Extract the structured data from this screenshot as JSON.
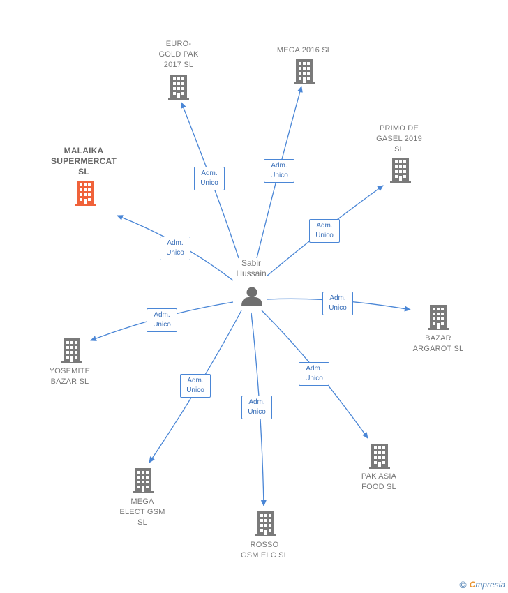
{
  "center": {
    "name": "Sabir\nHussain"
  },
  "edge_label": "Adm.\nUnico",
  "colors": {
    "edge": "#4a86d6",
    "node": "#7a7a7a",
    "highlight": "#f0623a",
    "person": "#6f6f6f"
  },
  "nodes": [
    {
      "id": "euro-gold-pak-2017-sl",
      "label": "EURO-\nGOLD PAK\n2017  SL",
      "highlight": false
    },
    {
      "id": "mega-2016-sl",
      "label": "MEGA 2016  SL",
      "highlight": false
    },
    {
      "id": "primo-de-gasel-2019-sl",
      "label": "PRIMO DE\nGASEL 2019\nSL",
      "highlight": false
    },
    {
      "id": "malaika-supermercat-sl",
      "label": "MALAIKA\nSUPERMERCAT\nSL",
      "highlight": true
    },
    {
      "id": "bazar-argarot-sl",
      "label": "BAZAR\nARGAROT  SL",
      "highlight": false
    },
    {
      "id": "yosemite-bazar-sl",
      "label": "YOSEMITE\nBAZAR  SL",
      "highlight": false
    },
    {
      "id": "mega-elect-gsm-sl",
      "label": "MEGA\nELECT GSM\nSL",
      "highlight": false
    },
    {
      "id": "rosso-gsm-elc-sl",
      "label": "ROSSO\nGSM ELC  SL",
      "highlight": false
    },
    {
      "id": "pak-asia-food-sl",
      "label": "PAK ASIA\nFOOD  SL",
      "highlight": false
    }
  ],
  "footer": {
    "copyright": "©",
    "brand_first": "C",
    "brand_rest": "mpresia"
  }
}
